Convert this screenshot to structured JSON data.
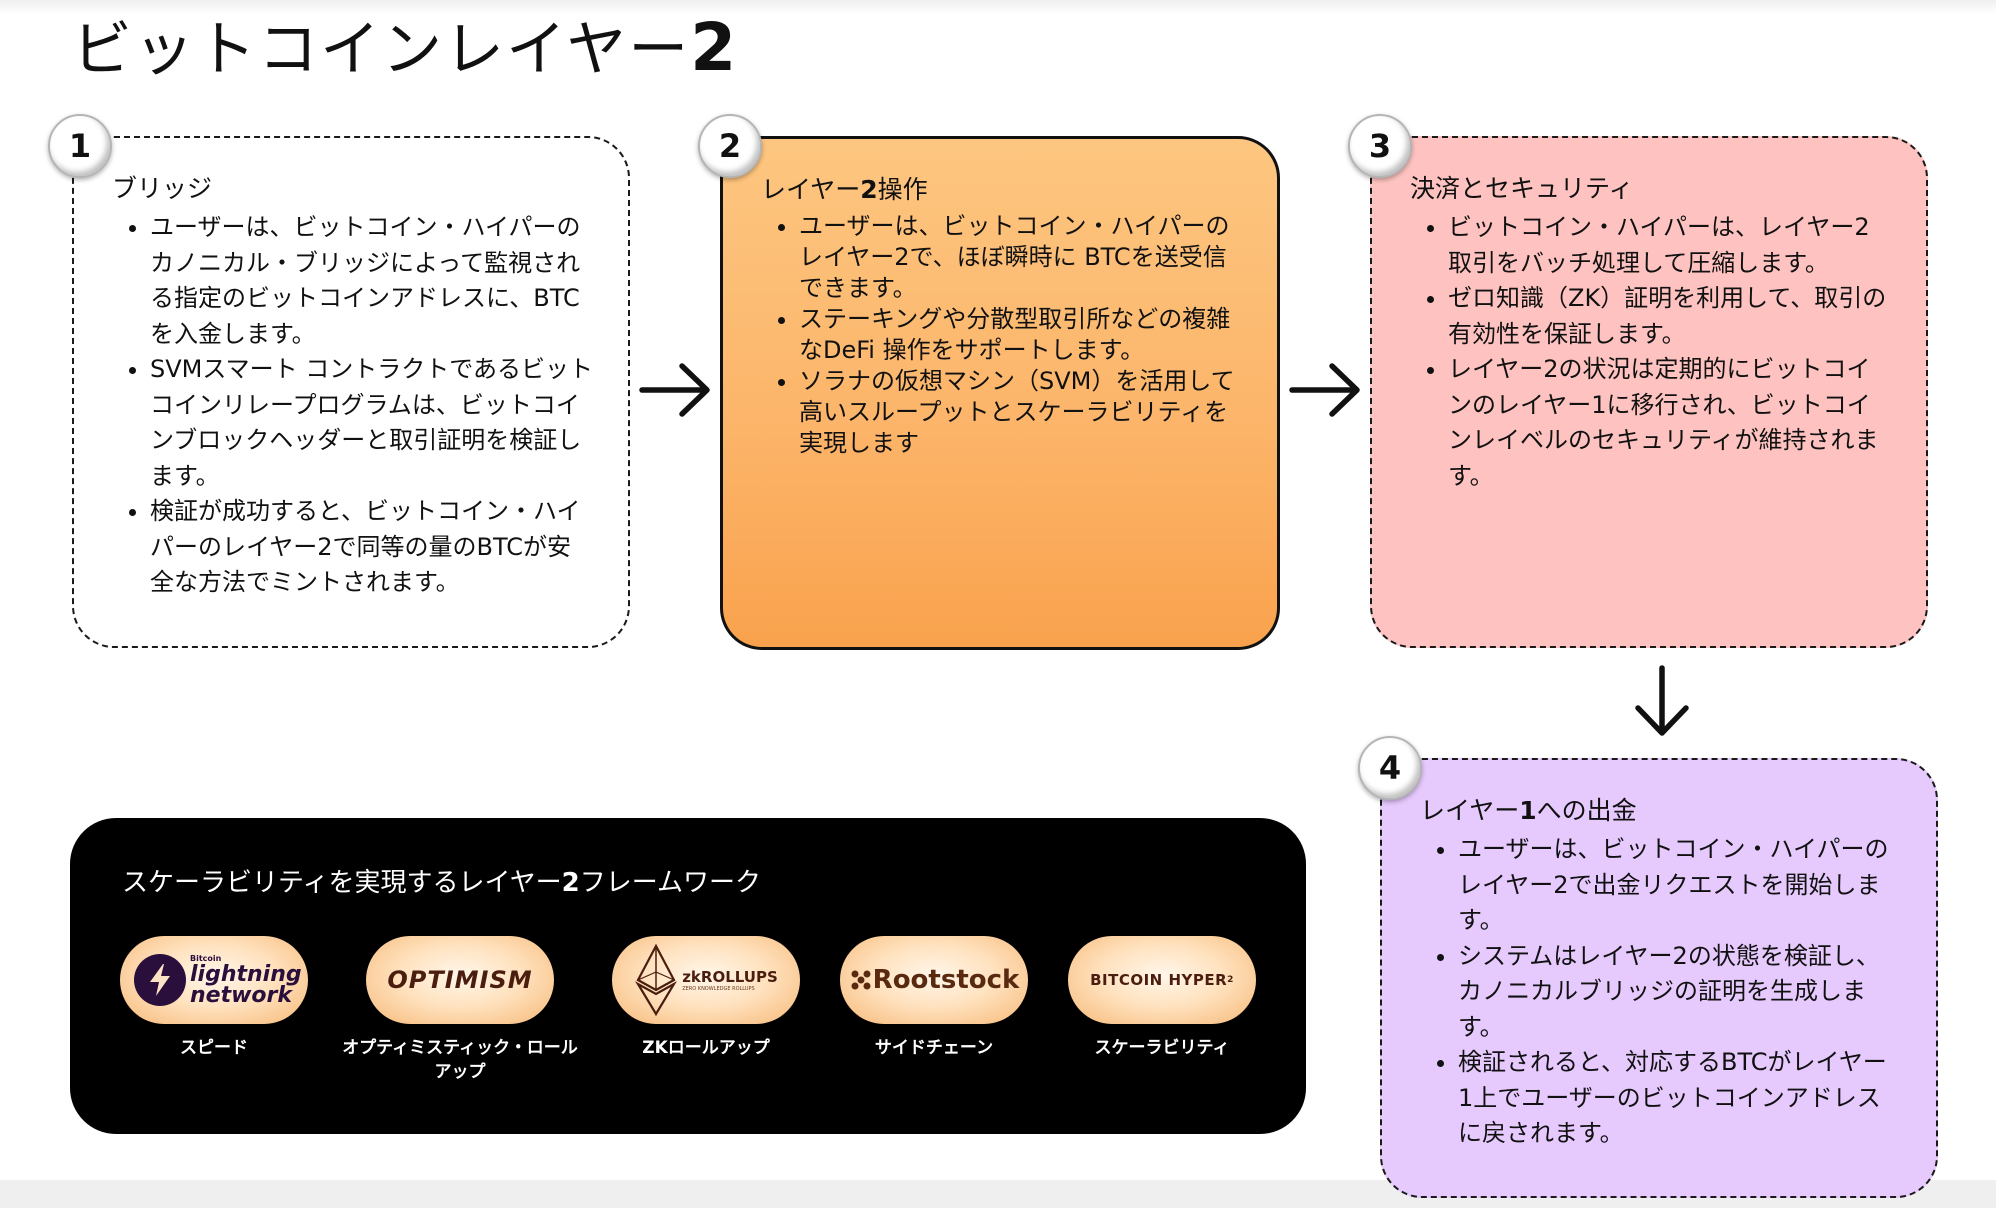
{
  "title": {
    "text": "ビットコインレイヤー",
    "num": "2"
  },
  "steps": [
    {
      "badge": "1",
      "title": "ブリッジ",
      "title_num": "",
      "title_tail": "",
      "bullets": [
        "ユーザーは、ビットコイン・ハイパーのカノニカル・ブリッジによって監視される指定のビットコインアドレスに、BTCを入金します。",
        "SVMスマート コントラクトであるビットコインリレープログラムは、ビットコインブロックヘッダーと取引証明を検証します。",
        "検証が成功すると、ビットコイン・ハイパーのレイヤー2で同等の量のBTCが安全な方法でミントされます。"
      ]
    },
    {
      "badge": "2",
      "title": "レイヤー",
      "title_num": "2",
      "title_tail": "操作",
      "bullets": [
        "ユーザーは、ビットコイン・ハイパーのレイヤー2で、ほぼ瞬時に BTCを送受信できます。",
        "ステーキングや分散型取引所などの複雑なDeFi 操作をサポートします。",
        "ソラナの仮想マシン（SVM）を活用して高いスループットとスケーラビリティを実現します"
      ]
    },
    {
      "badge": "3",
      "title": "決済とセキュリティ",
      "title_num": "",
      "title_tail": "",
      "bullets": [
        "ビットコイン・ハイパーは、レイヤー2取引をバッチ処理して圧縮します。",
        "ゼロ知識（ZK）証明を利用して、取引の有効性を保証します。",
        "レイヤー2の状況は定期的にビットコインのレイヤー1に移行され、ビットコインレイベルのセキュリティが維持されます。"
      ]
    },
    {
      "badge": "4",
      "title": "レイヤー",
      "title_num": "1",
      "title_tail": "への出金",
      "bullets": [
        "ユーザーは、ビットコイン・ハイパーのレイヤー2で出金リクエストを開始します。",
        "システムはレイヤー2の状態を検証し、カノニカルブリッジの証明を生成します。",
        "検証されると、対応するBTCがレイヤー1上でユーザーのビットコインアドレスに戻されます。"
      ]
    }
  ],
  "framework": {
    "title": "スケーラビリティを実現するレイヤー",
    "title_num": "2",
    "title_tail": "フレームワーク",
    "items": [
      {
        "logo": "lightning network",
        "logo_small": "Bitcoin",
        "caption": "スピード",
        "icon": "lightning-bolt-icon"
      },
      {
        "logo": "OPTIMISM",
        "caption": "オプティミスティック・ロールアップ"
      },
      {
        "logo": "zkROLLUPS",
        "logo_small": "ZERO KNOWLEDGE ROLLUPS",
        "caption": "ZKロールアップ",
        "icon": "ethereum-diamond-icon"
      },
      {
        "logo": "Rootstock",
        "caption": "サイドチェーン",
        "icon": "rootstock-dots-icon"
      },
      {
        "logo": "BITCOIN HYPER",
        "logo_sup": "2",
        "caption": "スケーラビリティ"
      }
    ]
  },
  "colors": {
    "step1": "#ffffff",
    "step2": "#fcb56a",
    "step3": "#fec3c0",
    "step4": "#e6c9fd",
    "framework_bg": "#000000"
  }
}
